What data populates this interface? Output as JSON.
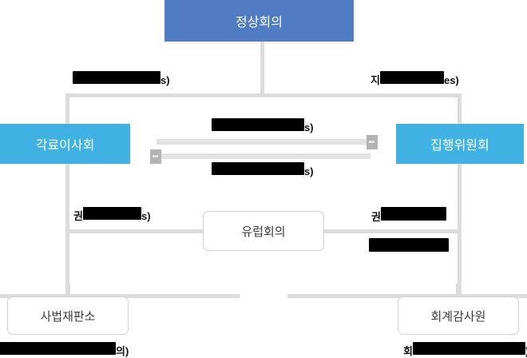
{
  "diagram": {
    "type": "org-chart",
    "title_visible": false,
    "colors": {
      "primary_box": "#4F7CC3",
      "secondary_box": "#3FB1E3",
      "plain_box_border": "#d2d2d2",
      "connector": "#dcdcdc",
      "arrow_shaft": "#e3e3e3",
      "arrow_head": "#b3b3b3",
      "redaction": "#000000",
      "background": "#ffffff"
    },
    "nodes": [
      {
        "id": "summit",
        "label": "정상회의",
        "style": "primary"
      },
      {
        "id": "council",
        "label": "각료이사회",
        "style": "secondary"
      },
      {
        "id": "commission",
        "label": "집행위원회",
        "style": "secondary"
      },
      {
        "id": "parliament",
        "label": "유럽회의",
        "style": "plain"
      },
      {
        "id": "court",
        "label": "사법재판소",
        "style": "plain"
      },
      {
        "id": "audit",
        "label": "회계감사원",
        "style": "plain"
      }
    ],
    "edge_labels": [
      {
        "id": "top-left",
        "prefix": "",
        "redacted": true,
        "suffix": "s)"
      },
      {
        "id": "top-right",
        "prefix": "지",
        "redacted": true,
        "suffix": "es)"
      },
      {
        "id": "mid-upper",
        "prefix": "",
        "redacted": true,
        "suffix": "s)"
      },
      {
        "id": "mid-lower",
        "prefix": "",
        "redacted": true,
        "suffix": "s)"
      },
      {
        "id": "left-council",
        "prefix": "권",
        "redacted": true,
        "suffix": "s)"
      },
      {
        "id": "right-upper",
        "prefix": "권",
        "redacted": true,
        "suffix": ""
      },
      {
        "id": "right-lower",
        "prefix": "",
        "redacted": true,
        "suffix": ""
      },
      {
        "id": "bottom-left",
        "prefix": "",
        "redacted": true,
        "suffix": "의)"
      },
      {
        "id": "bottom-right",
        "prefix": "회",
        "redacted": true,
        "suffix": ")"
      }
    ]
  }
}
